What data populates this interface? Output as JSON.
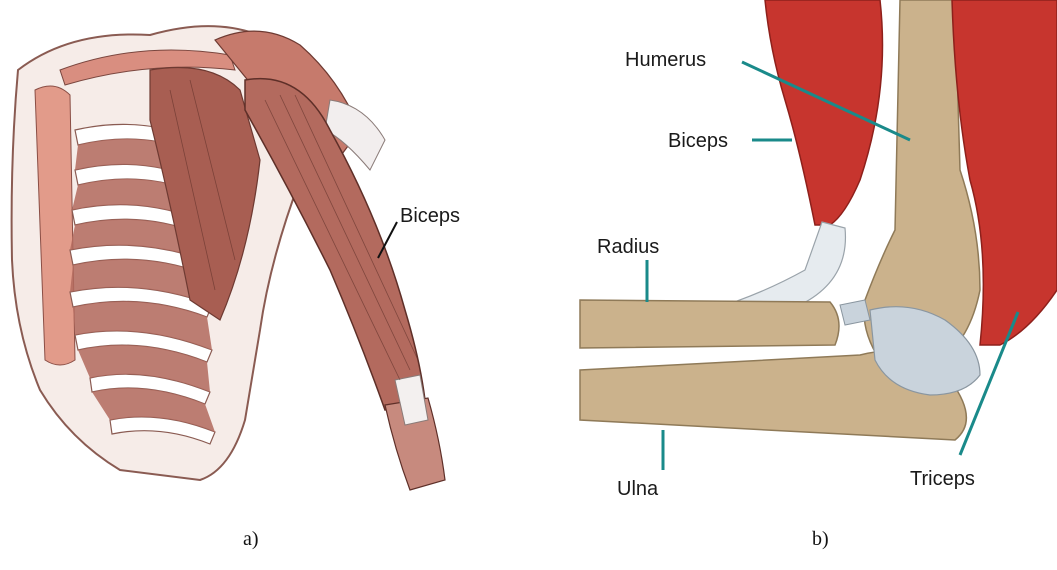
{
  "panel_a": {
    "caption": "a)",
    "labels": {
      "biceps": "Biceps"
    }
  },
  "panel_b": {
    "caption": "b)",
    "labels": {
      "humerus": "Humerus",
      "biceps": "Biceps",
      "radius": "Radius",
      "ulna": "Ulna",
      "triceps": "Triceps"
    }
  },
  "colors": {
    "muscle_engraving": "#b36a5e",
    "muscle_red": "#c7352e",
    "bone": "#cbb28c",
    "cartilage": "#c9d3dc",
    "leader_line_b": "#1a8a8a",
    "leader_line_a": "#111111"
  }
}
